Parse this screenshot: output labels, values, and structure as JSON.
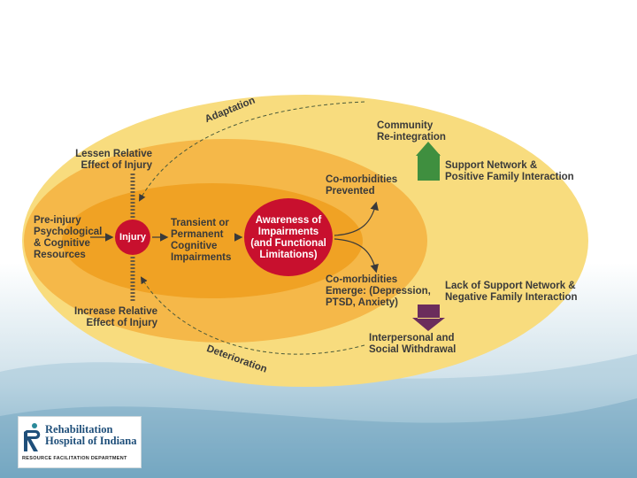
{
  "diagram": {
    "injury": "Injury",
    "awareness": "Awareness of\nImpairments\n(and Functional\nLimitations)",
    "pre_injury": "Pre-injury\nPsychological\n& Cognitive\nResources",
    "transient": "Transient or\nPermanent\nCognitive\nImpairments",
    "lessen": "Lessen Relative\nEffect of Injury",
    "increase": "Increase Relative\nEffect of Injury",
    "adaptation": "Adaptation",
    "deterioration": "Deterioration",
    "community": "Community\nRe-integration",
    "support": "Support Network &\nPositive Family Interaction",
    "comorb_prevented": "Co-morbidities\nPrevented",
    "comorb_emerge": "Co-morbidities\nEmerge: (Depression,\nPTSD, Anxiety)",
    "lack_support": "Lack of Support Network &\nNegative Family Interaction",
    "withdrawal": "Interpersonal and\nSocial Withdrawal"
  },
  "colors": {
    "outer": "#f8dc7e",
    "middle": "#f5b849",
    "inner": "#f0a224",
    "core": "#c8102e",
    "up_arrow": "#3f8f3f",
    "down_arrow": "#6b2d5c",
    "text": "#3a3a3a"
  },
  "logo": {
    "name": "Rehabilitation\nHospital of Indiana",
    "subtitle": "Resource Facilitation Department"
  }
}
